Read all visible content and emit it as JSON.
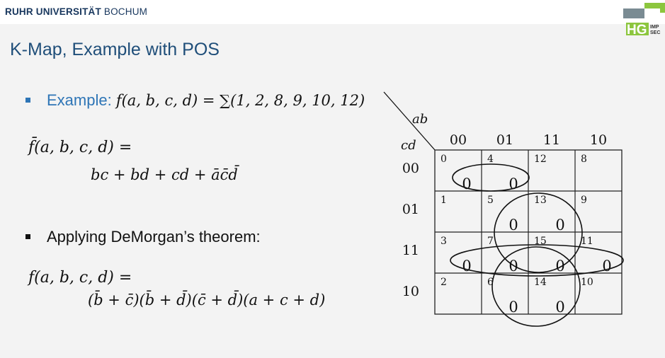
{
  "header": {
    "university_bold": "RUHR UNIVERSITÄT",
    "university_rest": " BOCHUM",
    "logo_text_1": "IMP",
    "logo_text_2": "SEC",
    "logo_letters": "HG"
  },
  "slide": {
    "title": "K-Map, Example with POS",
    "example_label": "Example:",
    "example_formula": "f(a, b, c, d) = ∑(1, 2, 8, 9, 10, 12)",
    "fbar_line1": "f̄(a, b, c, d) =",
    "fbar_line2": "bc + bd + cd + āc̄d̄",
    "demorgan_text": "Applying DeMorgan’s theorem:",
    "f_line1": "f(a, b, c, d) =",
    "f_line2": "(b̄ + c̄)(b̄ + d̄)(c̄ + d̄)(a + c + d)"
  },
  "kmap": {
    "ab_label": "ab",
    "cd_label": "cd",
    "col_headers": [
      "00",
      "01",
      "11",
      "10"
    ],
    "row_headers": [
      "00",
      "01",
      "11",
      "10"
    ],
    "cell_indices": [
      [
        "0",
        "4",
        "12",
        "8"
      ],
      [
        "1",
        "5",
        "13",
        "9"
      ],
      [
        "3",
        "7",
        "15",
        "11"
      ],
      [
        "2",
        "6",
        "14",
        "10"
      ]
    ],
    "zero_cells": [
      [
        0,
        0
      ],
      [
        0,
        1
      ],
      [
        1,
        1
      ],
      [
        1,
        2
      ],
      [
        2,
        0
      ],
      [
        2,
        1
      ],
      [
        2,
        2
      ],
      [
        2,
        3
      ],
      [
        3,
        1
      ],
      [
        3,
        2
      ]
    ],
    "zero_value": "0",
    "colors": {
      "line": "#111111",
      "cell_border": "#222222"
    }
  }
}
